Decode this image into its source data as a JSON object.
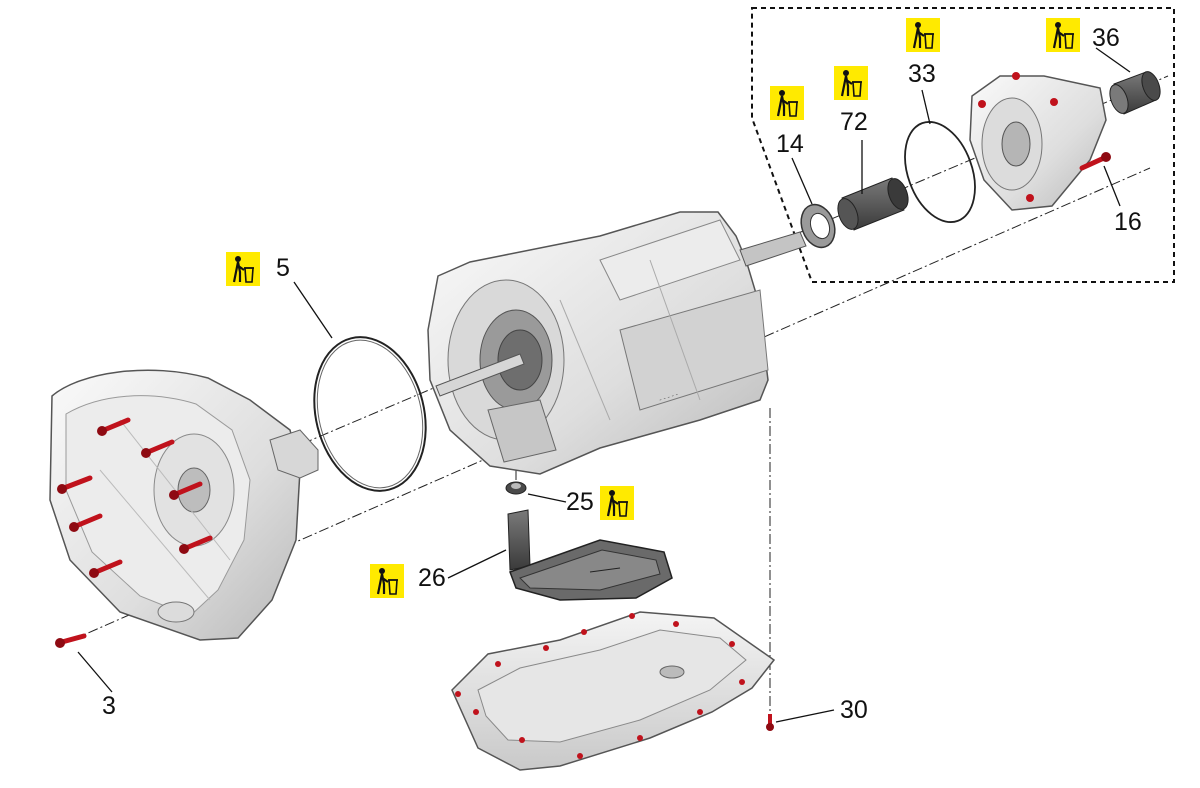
{
  "labels": {
    "p3": "3",
    "p5": "5",
    "p14": "14",
    "p16": "16",
    "p25": "25",
    "p26": "26",
    "p30": "30",
    "p33": "33",
    "p36": "36",
    "p72": "72"
  },
  "disposal_icon": "person-disposing-trash-icon",
  "colors": {
    "disposal_bg": "#ffea00",
    "bolt": "#c0121c",
    "line": "#111111",
    "part_light": "#efefef",
    "part_mid": "#cfcfcf",
    "part_dark": "#5a5a5a"
  }
}
